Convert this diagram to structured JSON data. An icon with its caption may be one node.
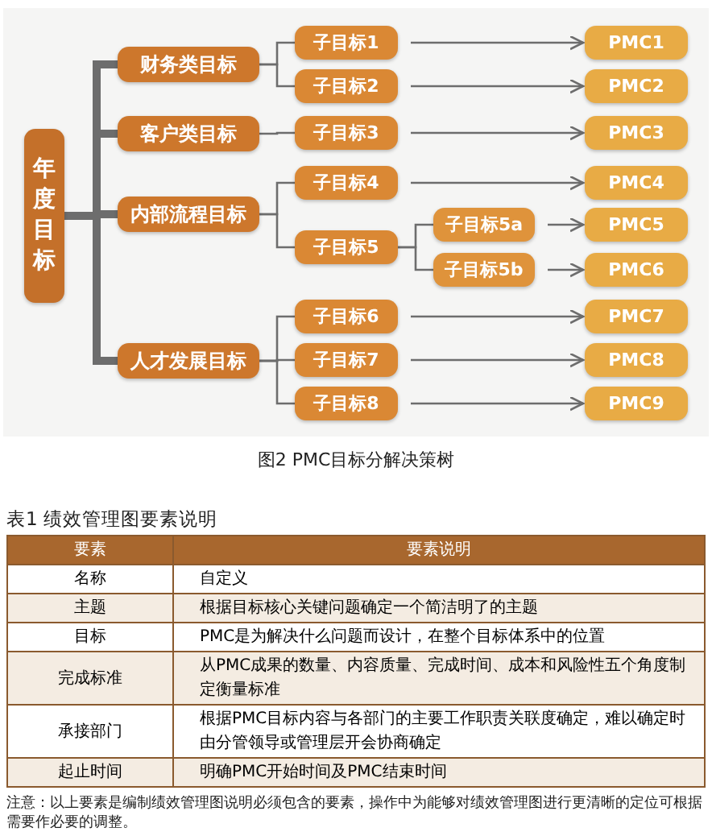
{
  "diagram": {
    "caption": "图2 PMC目标分解决策树",
    "nodes": [
      {
        "text": [
          "年度目标"
        ]
      },
      {
        "text": [
          "财务类目标"
        ]
      },
      {
        "text": [
          "客户类目标"
        ]
      },
      {
        "text": [
          "内部流程目标"
        ]
      },
      {
        "text": [
          "人才发展目标"
        ]
      },
      {
        "text": [
          "子目标1"
        ]
      },
      {
        "text": [
          "子目标2"
        ]
      },
      {
        "text": [
          "子目标3"
        ]
      },
      {
        "text": [
          "子目标4"
        ]
      },
      {
        "text": [
          "子目标5"
        ]
      },
      {
        "text": [
          "子目标5a"
        ]
      },
      {
        "text": [
          "子目标5b"
        ]
      },
      {
        "text": [
          "子目标6"
        ]
      },
      {
        "text": [
          "子目标7"
        ]
      },
      {
        "text": [
          "子目标8"
        ]
      },
      {
        "text": [
          "PMC1"
        ]
      },
      {
        "text": [
          "PMC2"
        ]
      },
      {
        "text": [
          "PMC3"
        ]
      },
      {
        "text": [
          "PMC4"
        ]
      },
      {
        "text": [
          "PMC5"
        ]
      },
      {
        "text": [
          "PMC6"
        ]
      },
      {
        "text": [
          "PMC7"
        ]
      },
      {
        "text": [
          "PMC8"
        ]
      },
      {
        "text": [
          "PMC9"
        ]
      }
    ],
    "edges": [
      {
        "from": 0,
        "to": 1,
        "arrow": "none",
        "style": "thick"
      },
      {
        "from": 0,
        "to": 2,
        "arrow": "none",
        "style": "thick"
      },
      {
        "from": 0,
        "to": 3,
        "arrow": "none",
        "style": "thick"
      },
      {
        "from": 0,
        "to": 4,
        "arrow": "none",
        "style": "thick"
      },
      {
        "from": 1,
        "to": 5,
        "arrow": "none"
      },
      {
        "from": 1,
        "to": 6,
        "arrow": "none"
      },
      {
        "from": 2,
        "to": 7,
        "arrow": "none"
      },
      {
        "from": 3,
        "to": 8,
        "arrow": "none"
      },
      {
        "from": 3,
        "to": 9,
        "arrow": "none"
      },
      {
        "from": 9,
        "to": 10,
        "arrow": "none"
      },
      {
        "from": 9,
        "to": 11,
        "arrow": "none"
      },
      {
        "from": 4,
        "to": 12,
        "arrow": "none"
      },
      {
        "from": 4,
        "to": 13,
        "arrow": "none"
      },
      {
        "from": 4,
        "to": 14,
        "arrow": "none"
      },
      {
        "from": 5,
        "to": 15,
        "arrow": "to"
      },
      {
        "from": 6,
        "to": 16,
        "arrow": "to"
      },
      {
        "from": 7,
        "to": 17,
        "arrow": "to"
      },
      {
        "from": 8,
        "to": 18,
        "arrow": "to"
      },
      {
        "from": 10,
        "to": 19,
        "arrow": "to"
      },
      {
        "from": 11,
        "to": 20,
        "arrow": "to"
      },
      {
        "from": 12,
        "to": 21,
        "arrow": "to"
      },
      {
        "from": 13,
        "to": 22,
        "arrow": "to"
      },
      {
        "from": 14,
        "to": 23,
        "arrow": "to"
      }
    ],
    "labels": [
      "表1 绩效管理图要素说明",
      "要素",
      "要素说明",
      "名称",
      "自定义",
      "主题",
      "根据目标核心关键问题确定一个简洁明了的主题",
      "目标",
      "PMC是为解决什么问题而设计，在整个目标体系中的位置",
      "完成标准",
      "从PMC成果的数量、内容质量、完成时间、成本和风险性五个角度制定衡量标准",
      "承接部门",
      "根据PMC目标内容与各部门的主要工作职责关联度确定，难以确定时由分管领导或管理层开会协商确定",
      "起止时间",
      "明确PMC开始时间及PMC结束时间",
      "注意：以上要素是编制绩效管理图说明必须包含的要素，操作中为能够对绩效管理图进行更清晰的定位可根据需要作必要的调整。"
    ]
  }
}
